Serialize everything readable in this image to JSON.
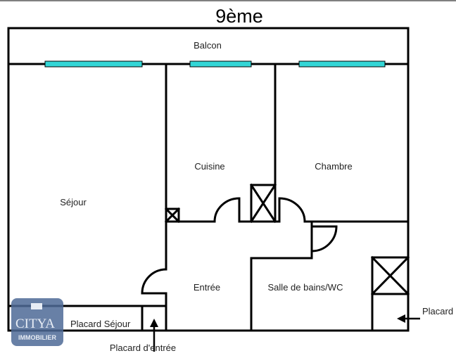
{
  "title": "9ème",
  "rooms": {
    "balcon": "Balcon",
    "cuisine": "Cuisine",
    "chambre": "Chambre",
    "sejour": "Séjour",
    "entree": "Entrée",
    "salle_de_bains": "Salle de bains/WC",
    "placard_sejour": "Placard Séjour",
    "placard_entree": "Placard d'entrée",
    "placard": "Placard"
  },
  "logo": {
    "name": "CITYA",
    "subtitle": "IMMOBILIER"
  },
  "colors": {
    "window": "#33d6d6",
    "logo": "#4d6a96"
  }
}
